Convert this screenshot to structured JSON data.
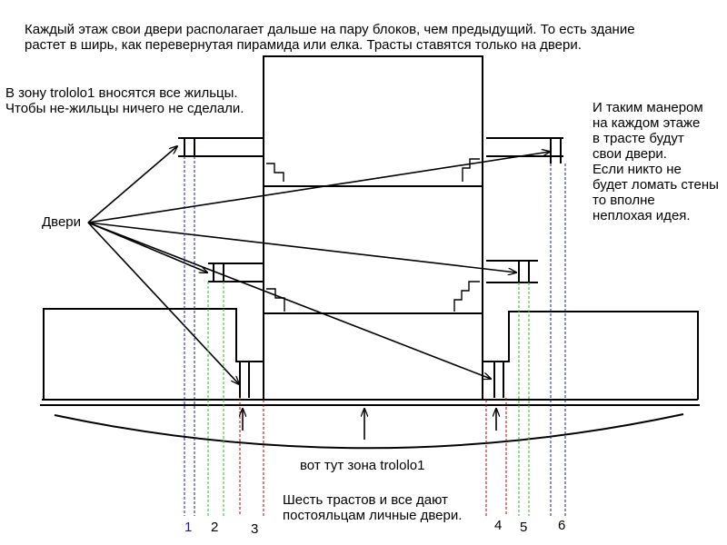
{
  "texts": {
    "top_note": "Каждый этаж свои двери располагает дальше на пару блоков, чем предыдущий. То есть здание\nрастет в ширь, как перевернутая пирамида или елка. Трасты ставятся только на двери.",
    "left_note": "В зону trololo1 вносятся все жильцы.\nЧтобы не-жильцы ничего не сделали.",
    "right_note": "И таким манером\nна каждом этаже\nв трасте будут\nсвои двери.\nЕсли никто не\nбудет ломать стены\nто вполне\nнеплохая идея.",
    "doors_label": "Двери",
    "zone_label": "вот тут зона trololo1",
    "trusts_note": "Шесть трастов и все дают\nпостояльцам личные двери."
  },
  "trust_numbers": [
    "1",
    "2",
    "3",
    "4",
    "5",
    "6"
  ],
  "colors": {
    "ink": "#000000",
    "trust_blue": "#1a1aa0",
    "trust_green": "#2eb82e",
    "trust_red": "#c00000"
  }
}
